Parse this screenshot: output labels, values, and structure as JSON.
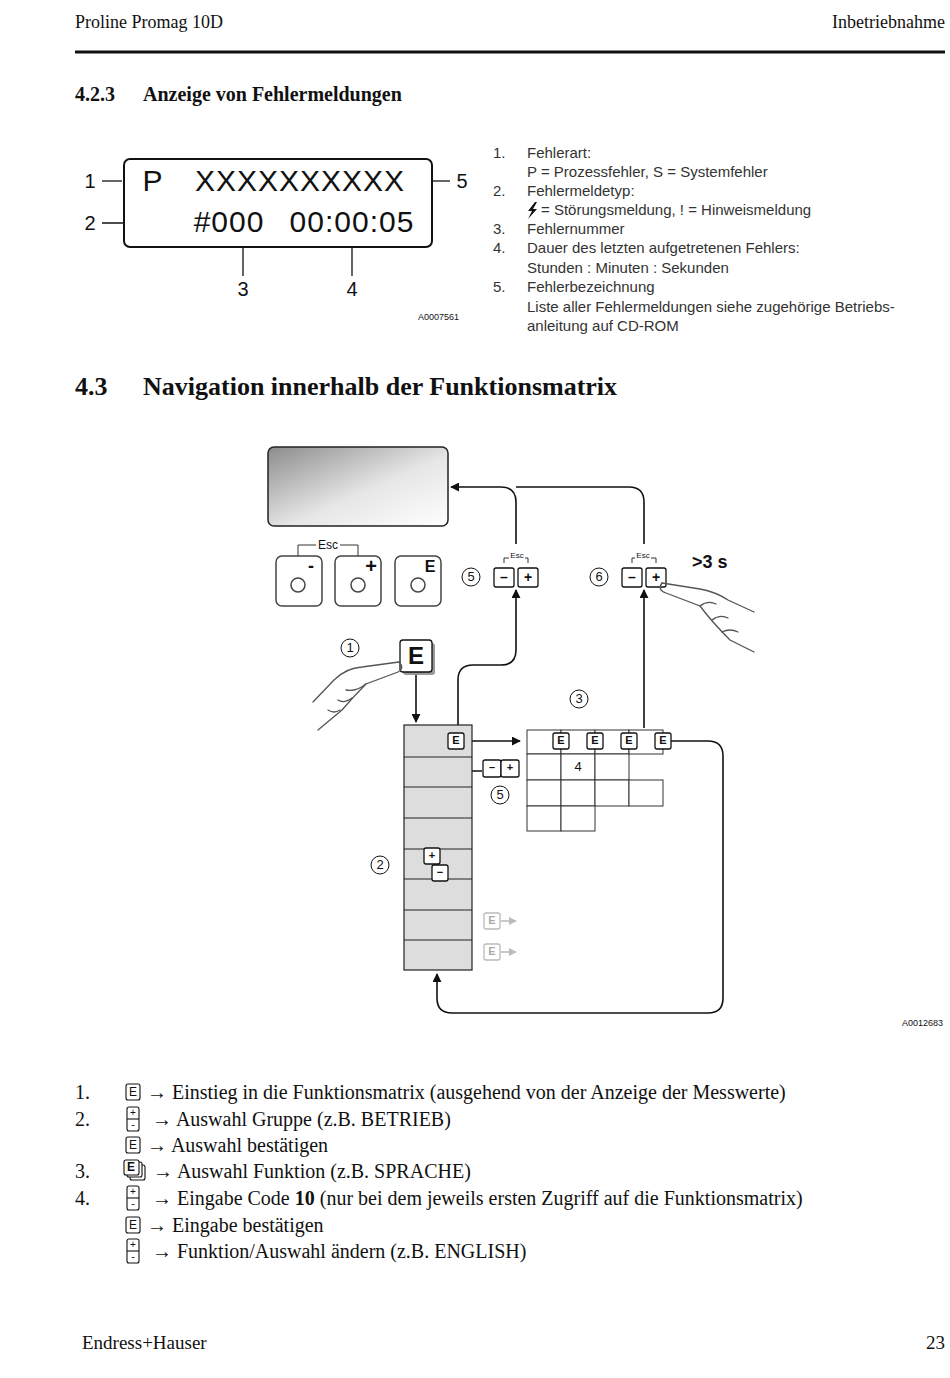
{
  "diagram": {
    "nodes": [
      {
        "text": [
          "P",
          "XXXXXXXXXX",
          "#000",
          "00:00:05"
        ]
      }
    ],
    "labels": [
      "Proline Promag 10D",
      "Inbetriebnahme",
      "4.2.3",
      "Anzeige von Fehlermeldungen",
      "1",
      "2",
      "3",
      "4",
      "5",
      "A0007561",
      "1.",
      "Fehlerart:",
      "P = Prozessfehler, S = Systemfehler",
      "2.",
      "Fehlermeldetyp:",
      "= Störungsmeldung, ! = Hinweismeldung",
      "3.",
      "Fehlernummer",
      "4.",
      "Dauer des letzten aufgetretenen Fehlers:",
      "Stunden : Minuten : Sekunden",
      "5.",
      "Fehlerbezeichnung",
      "Liste aller Fehlermeldungen siehe zugehörige Betriebs-",
      "anleitung auf CD-ROM",
      "4.3",
      "Navigation innerhalb der Funktionsmatrix",
      "Esc",
      "-",
      "+",
      "E",
      "5",
      "Esc",
      "–",
      "+",
      "6",
      "Esc",
      "–",
      "+",
      ">3 s",
      "1",
      "E",
      "3",
      "E",
      "E",
      "E",
      "E",
      "E",
      "4",
      "–",
      "+",
      "5",
      "2",
      "+",
      "−",
      "E",
      "E",
      "A0012683",
      "1.",
      "E",
      "→ Einstieg in die Funktionsmatrix (ausgehend von der Anzeige der Messwerte)",
      "2.",
      "+",
      "-",
      "→ Auswahl Gruppe (z.B. BETRIEB)",
      "E",
      "→ Auswahl bestätigen",
      "3.",
      "E",
      "→ Auswahl Funktion (z.B. SPRACHE)",
      "4.",
      "+",
      "-",
      "→ Eingabe Code",
      "10",
      "(nur bei dem jeweils ersten Zugriff auf die Funktionsmatrix)",
      "E",
      "→ Eingabe bestätigen",
      "+",
      "-",
      "→ Funktion/Auswahl ändern (z.B. ENGLISH)",
      "Endress+Hauser",
      "23"
    ]
  }
}
